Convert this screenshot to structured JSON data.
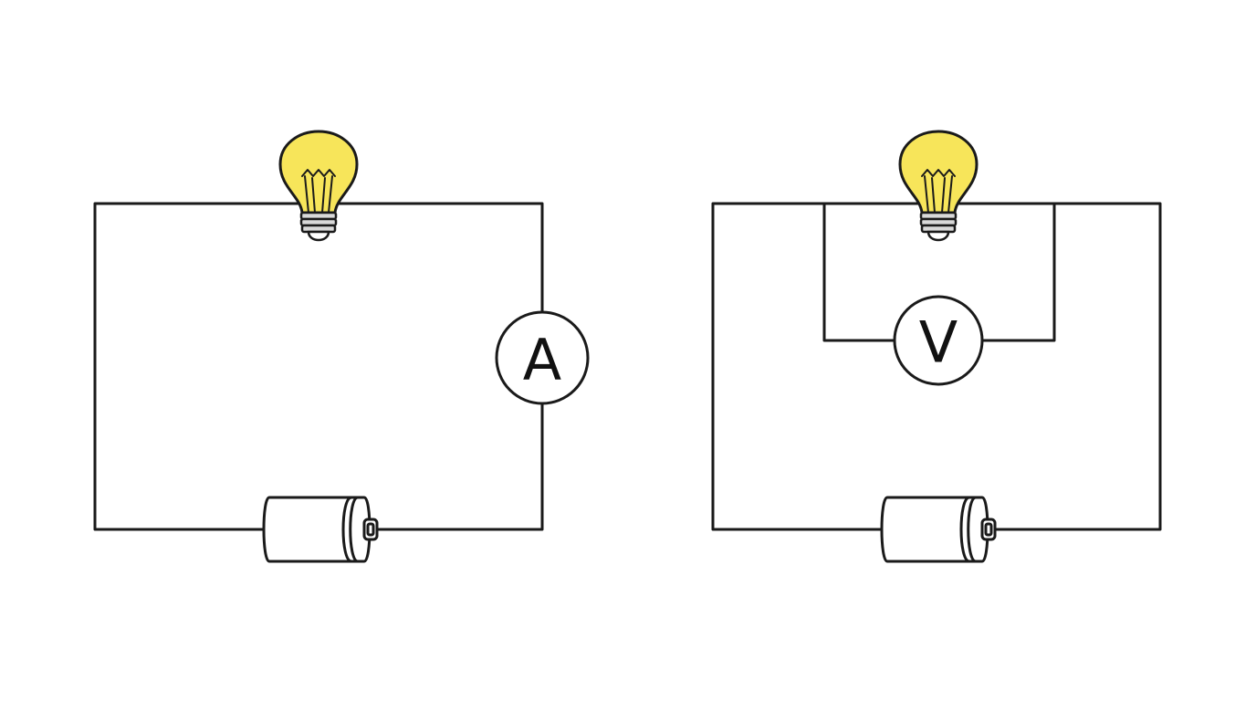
{
  "colors": {
    "background": "#ffffff",
    "wire": "#1a1a1a",
    "bulb_glass": "#f7e55a",
    "bulb_base": "#d9d9d9",
    "meter_fill": "#ffffff",
    "battery_fill": "#ffffff"
  },
  "circuits": [
    {
      "name": "ammeter-series-circuit",
      "components": [
        "lightbulb-icon",
        "ammeter",
        "battery-icon"
      ],
      "meter": {
        "type": "ammeter",
        "label": "A"
      }
    },
    {
      "name": "voltmeter-parallel-circuit",
      "components": [
        "lightbulb-icon",
        "voltmeter",
        "battery-icon"
      ],
      "meter": {
        "type": "voltmeter",
        "label": "V"
      }
    }
  ]
}
